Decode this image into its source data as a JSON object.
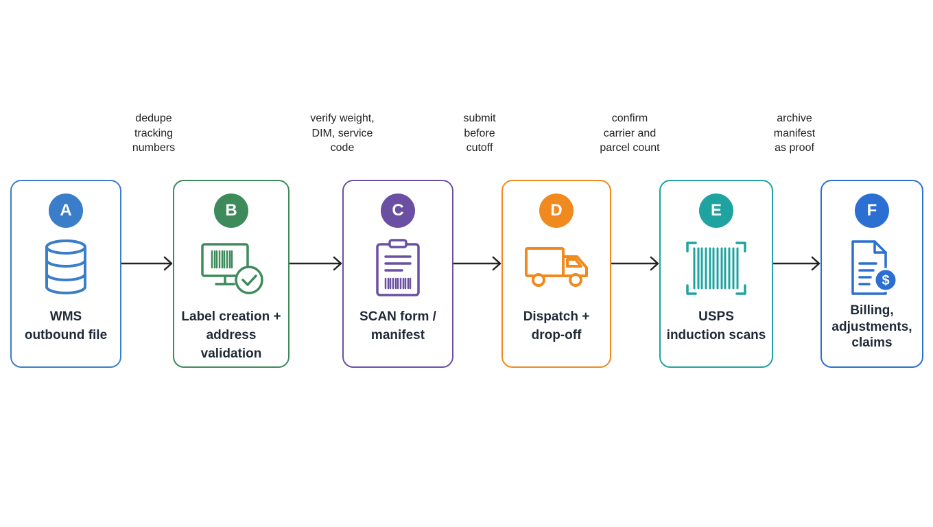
{
  "annotations": [
    {
      "lines": [
        "dedupe",
        "tracking",
        "numbers"
      ]
    },
    {
      "lines": [
        "verify weight,",
        "DIM, service",
        "code"
      ]
    },
    {
      "lines": [
        "submit",
        "before",
        "cutoff"
      ]
    },
    {
      "lines": [
        "confirm",
        "carrier and",
        "parcel count"
      ]
    },
    {
      "lines": [
        "archive",
        "manifest",
        "as proof"
      ]
    }
  ],
  "steps": [
    {
      "letter": "A",
      "color": "#3a7dc9",
      "icon": "database-icon",
      "label": [
        "WMS",
        "outbound file"
      ]
    },
    {
      "letter": "B",
      "color": "#3d8a5a",
      "icon": "label-monitor-check-icon",
      "label": [
        "Label creation +",
        "address validation"
      ]
    },
    {
      "letter": "C",
      "color": "#6a4fa3",
      "icon": "clipboard-barcode-icon",
      "label": [
        "SCAN form /",
        "manifest"
      ]
    },
    {
      "letter": "D",
      "color": "#f08a1f",
      "icon": "delivery-truck-icon",
      "label": [
        "Dispatch +",
        "drop-off"
      ]
    },
    {
      "letter": "E",
      "color": "#1ea3a0",
      "icon": "barcode-scan-icon",
      "label": [
        "USPS",
        "induction scans"
      ]
    },
    {
      "letter": "F",
      "color": "#2a6fd1",
      "icon": "invoice-dollar-icon",
      "label": [
        "Billing,",
        "adjustments,",
        "claims"
      ]
    }
  ]
}
